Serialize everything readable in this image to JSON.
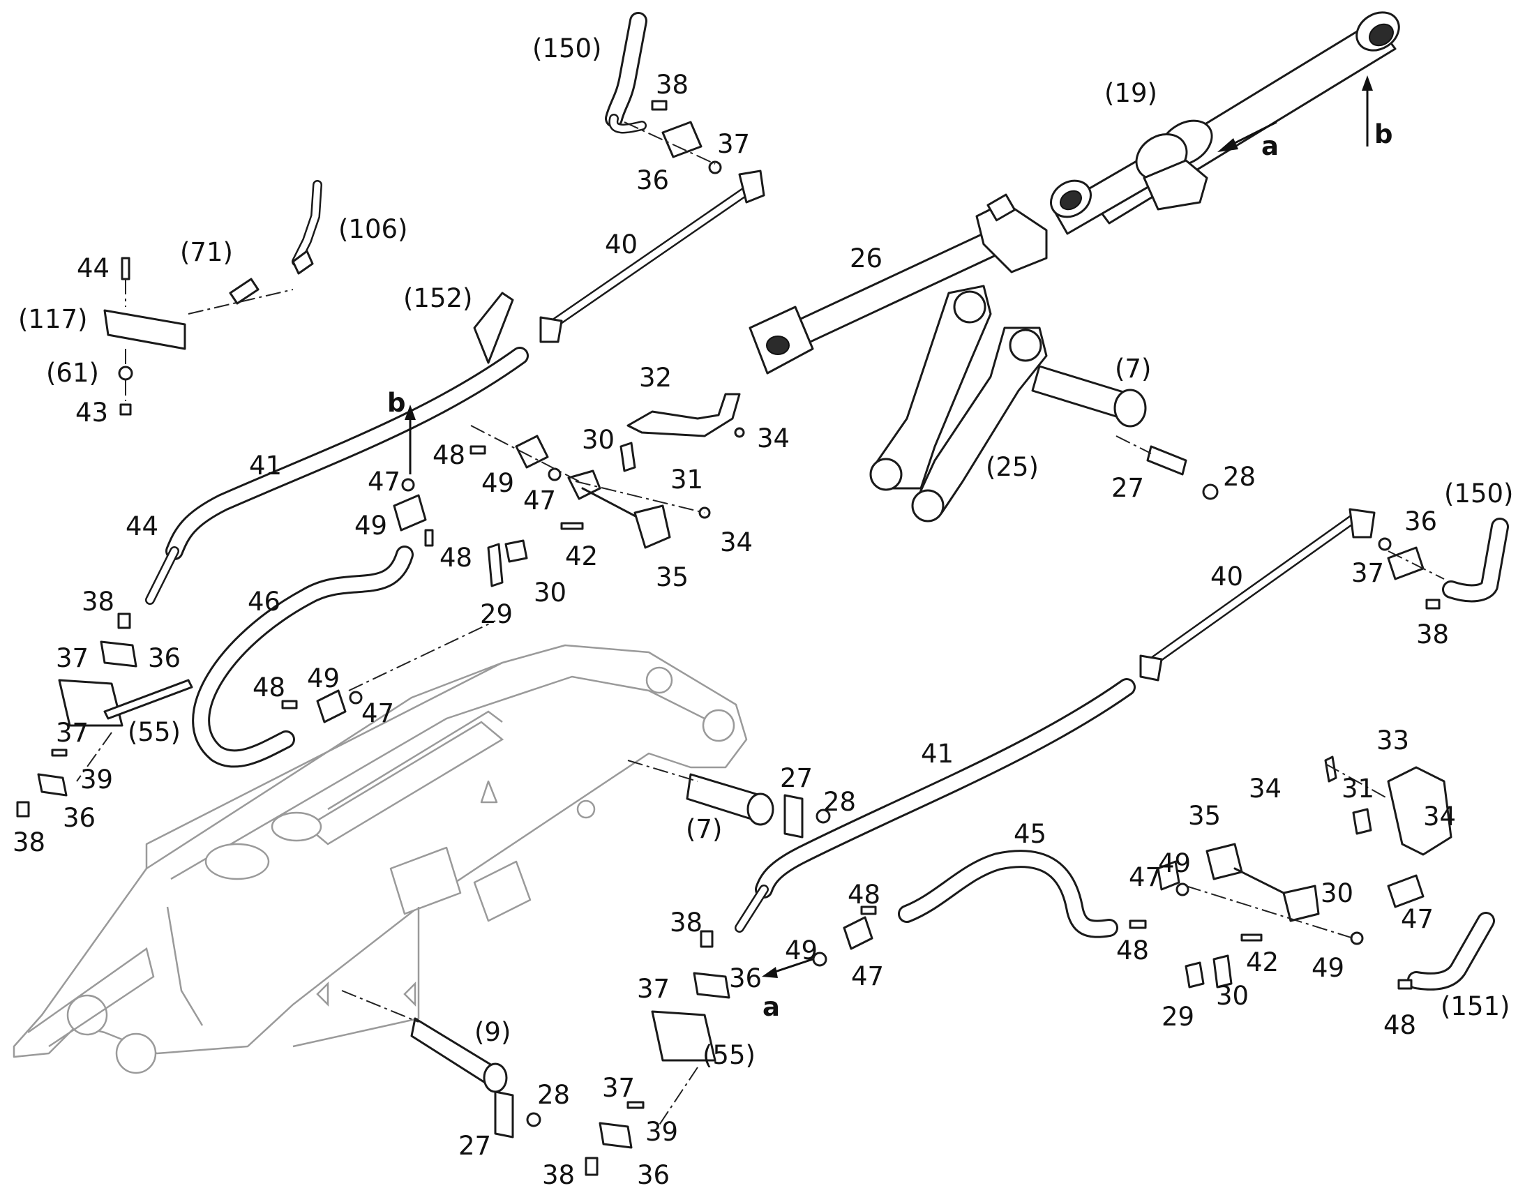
{
  "callouts": {
    "l150a": "(150)",
    "l38a": "38",
    "l37a": "37",
    "l36a": "36",
    "l19": "(19)",
    "lb_top": "b",
    "la_top": "a",
    "l106": "(106)",
    "l71": "(71)",
    "l44a": "44",
    "l117": "(117)",
    "l61": "(61)",
    "l43": "43",
    "l40a": "40",
    "l26": "26",
    "l152": "(152)",
    "l32": "32",
    "l7a": "(7)",
    "lb_mid": "b",
    "l48a": "48",
    "l49a": "49",
    "l30a": "30",
    "l34a": "34",
    "l25": "(25)",
    "l28a": "28",
    "l27a": "27",
    "l41a": "41",
    "l47a": "47",
    "l47b": "47",
    "l31a": "31",
    "l49b": "49",
    "l48b": "48",
    "l44b": "44",
    "l42a": "42",
    "l34b": "34",
    "l30b": "30",
    "l35a": "35",
    "l29a": "29",
    "l46": "46",
    "l38b": "38",
    "l37b": "37",
    "l36b": "36",
    "l48c": "48",
    "l49c": "49",
    "l47c": "47",
    "l55a": "(55)",
    "l37c": "37",
    "l39a": "39",
    "l36c": "36",
    "l38c": "38",
    "l150b": "(150)",
    "l36d": "36",
    "l37d": "37",
    "l38d": "38",
    "l40b": "40",
    "l33": "33",
    "l34c": "34",
    "l31b": "31",
    "l34d": "34",
    "l35b": "35",
    "l41b": "41",
    "l27b": "27",
    "l28b": "28",
    "l7b": "(7)",
    "l45": "45",
    "l48d": "48",
    "l47d": "47",
    "l49d": "49",
    "l30c": "30",
    "l38e": "38",
    "l36e": "36",
    "l49e": "49",
    "l47e": "47",
    "la_bot": "a",
    "l48e": "48",
    "l42b": "42",
    "l29b": "29",
    "l30d": "30",
    "l47f": "47",
    "l49f": "49",
    "l48f": "48",
    "l151": "(151)",
    "l37e": "37",
    "l55b": "(55)",
    "l9": "(9)",
    "l28c": "28",
    "l27c": "27",
    "l37f": "37",
    "l39b": "39",
    "l38f": "38",
    "l36f": "36"
  }
}
